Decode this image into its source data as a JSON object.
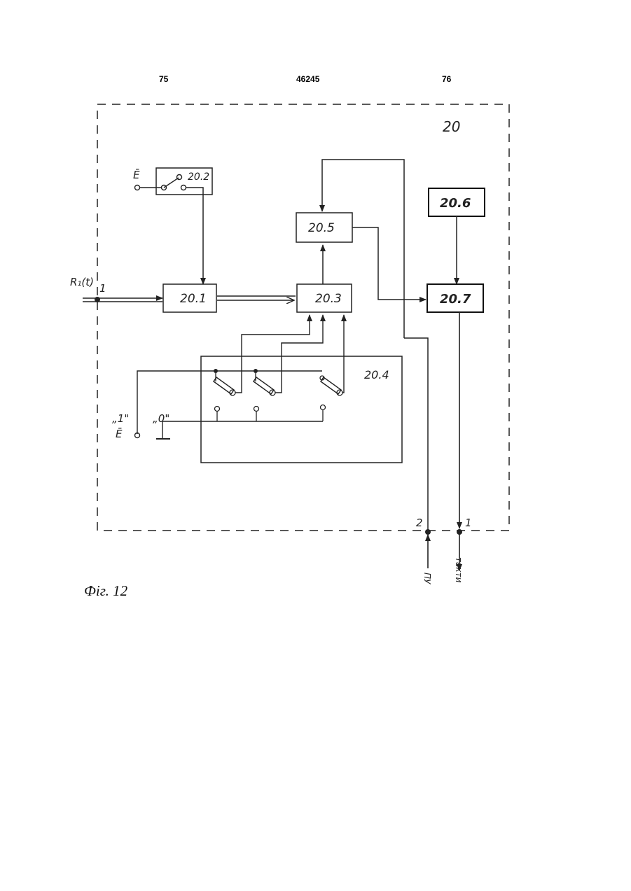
{
  "header": {
    "page_left": "75",
    "patent_number": "46245",
    "page_right": "76"
  },
  "diagram": {
    "outer_block": "20",
    "blocks": {
      "b20_1": "20.1",
      "b20_2": "20.2",
      "b20_3": "20.3",
      "b20_4": "20.4",
      "b20_5": "20.5",
      "b20_6": "20.6",
      "b20_7": "20.7"
    },
    "labels": {
      "input_signal": "R₁(t)",
      "input_terminal": "1",
      "e_top": "Ē",
      "one_label": "„1\"",
      "e_bottom": "Ē",
      "zero_label": "„0\"",
      "terminal_2": "2",
      "terminal_1": "1",
      "pu": "ПУ",
      "takty": "такти"
    }
  },
  "caption": "Фіг. 12"
}
